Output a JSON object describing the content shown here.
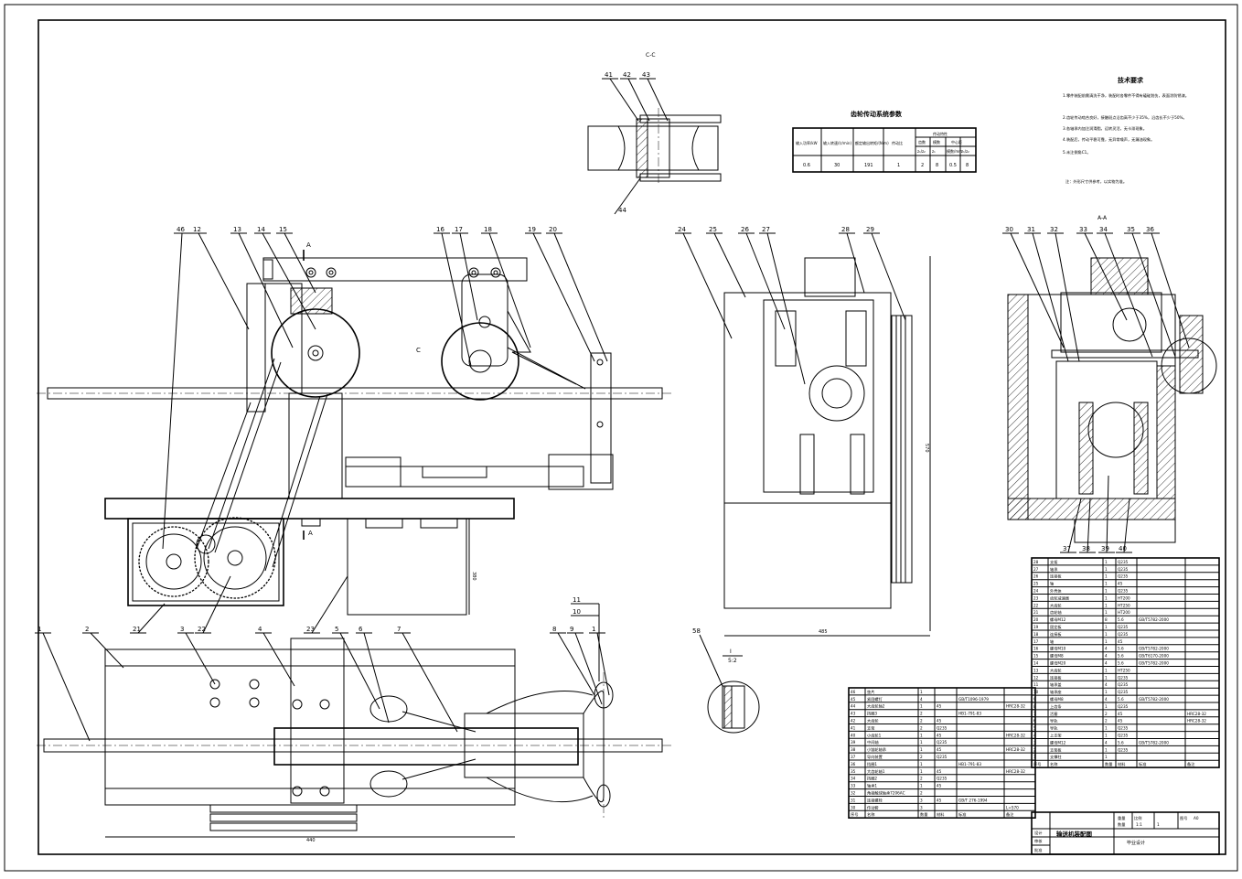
{
  "section_views": {
    "c_label": "C-C",
    "a_label": "A-A",
    "i_label": "I",
    "i_scale": "5:2",
    "arrow_a": "A",
    "arrow_c": "C"
  },
  "callouts": {
    "top_left": [
      "46",
      "12",
      "13",
      "14",
      "15",
      "16",
      "17",
      "18",
      "19",
      "20"
    ],
    "front_mid": [
      "24",
      "25",
      "26",
      "27",
      "28",
      "29"
    ],
    "section_right": [
      "30",
      "31",
      "32",
      "33",
      "34",
      "35",
      "36"
    ],
    "section_right_bottom": [
      "37",
      "38",
      "39",
      "40"
    ],
    "cc_top": [
      "41",
      "42",
      "43"
    ],
    "cc_bottom": "44",
    "plan_top": [
      "1",
      "2",
      "3",
      "4",
      "5",
      "6",
      "7",
      "8",
      "9",
      "1"
    ],
    "plan_stack": [
      "11",
      "10"
    ],
    "gearbox": [
      "21",
      "22",
      "23"
    ],
    "detail": "58"
  },
  "dimensions": {
    "plan_width": "440",
    "vertical_mid": "380",
    "side_height": "570",
    "side_width": "485"
  },
  "param_table": {
    "title": "齿轮传动系统参数",
    "headers": [
      "输入功率/kW",
      "输入转速/(r/min)",
      "额定输出转矩/(N·m)",
      "传动比",
      "传动特性"
    ],
    "sub_headers": [
      "齿数",
      "模数",
      "中心距"
    ],
    "sub2": [
      "z₁/z₂",
      "z₁",
      "模数/mm",
      "z₁/z₂",
      "中心距"
    ],
    "row": [
      "0.6",
      "30",
      "191",
      "1",
      "2",
      "8",
      "0.5",
      "8"
    ]
  },
  "notes": {
    "title": "技术要求",
    "lines": [
      "1.零件装配前需清洗干净，装配时各零件不得有磕碰划伤，表面涂防锈漆。",
      "2.齿轮传动啮合良好，接触斑点沿齿高不少于35%，沿齿长不少于50%。",
      "3.各轴承内加注润滑脂，运转灵活，无卡滞现象。",
      "4.装配后，传动平稳可靠，无异常噪声，无漏油现象。",
      "5.未注倒角C1。"
    ],
    "footer": "注：外形尺寸供参考，以实物为准。"
  },
  "bom_left": {
    "rows": [
      [
        "46",
        "垫片",
        "1",
        "",
        "",
        ""
      ],
      [
        "45",
        "紧固螺钉",
        "4",
        "",
        "GB/T1096-1979",
        ""
      ],
      [
        "44",
        "大齿轮轴2",
        "1",
        "45",
        "",
        "HRC28-32"
      ],
      [
        "43",
        "挡圈3",
        "2",
        "",
        "HB1-791-83",
        ""
      ],
      [
        "42",
        "大齿轮",
        "2",
        "45",
        "",
        ""
      ],
      [
        "41",
        "支架",
        "2",
        "Q235",
        "",
        ""
      ],
      [
        "40",
        "小齿轮1",
        "1",
        "45",
        "",
        "HRC28-32"
      ],
      [
        "39",
        "中间轴",
        "1",
        "Q235",
        "",
        ""
      ],
      [
        "38",
        "小链轮轴承",
        "1",
        "45",
        "",
        "HRC28-32"
      ],
      [
        "37",
        "导向装置",
        "2",
        "Q235",
        "",
        ""
      ],
      [
        "36",
        "挡圈1",
        "1",
        "",
        "HB1-791-83",
        ""
      ],
      [
        "35",
        "大齿轮轴1",
        "1",
        "45",
        "",
        "HRC28-32"
      ],
      [
        "34",
        "挡圈2",
        "2",
        "Q235",
        "",
        ""
      ],
      [
        "33",
        "轴承1",
        "1",
        "45",
        "",
        ""
      ],
      [
        "32",
        "角接触球轴承7206AC",
        "2",
        "",
        "",
        ""
      ],
      [
        "31",
        "连接螺栓",
        "3",
        "45",
        "GB/T 276-1994",
        ""
      ],
      [
        "30",
        "传动套",
        "3",
        "",
        "",
        "L=570"
      ]
    ],
    "header": [
      "序号",
      "名称",
      "数量",
      "材料",
      "标准",
      "备注"
    ]
  },
  "bom_right": {
    "rows": [
      [
        "28",
        "支架",
        "1",
        "Q235",
        "",
        ""
      ],
      [
        "27",
        "轴承",
        "1",
        "Q235",
        "",
        ""
      ],
      [
        "26",
        "连接板",
        "1",
        "Q235",
        "",
        ""
      ],
      [
        "25",
        "轴",
        "1",
        "45",
        "",
        ""
      ],
      [
        "24",
        "外壳体",
        "1",
        "Q235",
        "",
        ""
      ],
      [
        "23",
        "齿轮减速器",
        "1",
        "HT200",
        "",
        ""
      ],
      [
        "22",
        "大齿轮",
        "1",
        "HT250",
        "",
        ""
      ],
      [
        "21",
        "齿轮轴",
        "1",
        "HT200",
        "",
        ""
      ],
      [
        "20",
        "螺母M12",
        "8",
        "5.6",
        "GB/T5782-2000",
        ""
      ],
      [
        "19",
        "固定板",
        "1",
        "Q235",
        "",
        ""
      ],
      [
        "18",
        "连接板",
        "1",
        "Q235",
        "",
        ""
      ],
      [
        "17",
        "轴",
        "1",
        "45",
        "",
        ""
      ],
      [
        "16",
        "螺母M10",
        "4",
        "5.6",
        "GB/T5782-2000",
        ""
      ],
      [
        "15",
        "螺母M8",
        "4",
        "5.6",
        "GB/T6170-2000",
        ""
      ],
      [
        "14",
        "螺母M20",
        "4",
        "5.6",
        "GB/T5782-2000",
        ""
      ],
      [
        "13",
        "大齿轮",
        "1",
        "HT250",
        "",
        ""
      ],
      [
        "12",
        "连接板",
        "1",
        "Q235",
        "",
        ""
      ],
      [
        "11",
        "轴承盖",
        "4",
        "Q235",
        "",
        ""
      ],
      [
        "10",
        "轴承座",
        "1",
        "Q235",
        "",
        ""
      ],
      [
        "9",
        "螺母M8",
        "4",
        "5.6",
        "GB/T5782-2000",
        ""
      ],
      [
        "8",
        "上齿条",
        "1",
        "Q235",
        "",
        ""
      ],
      [
        "7",
        "活塞",
        "2",
        "45",
        "",
        "HRC28-32"
      ],
      [
        "6",
        "导轨",
        "2",
        "45",
        "",
        "HRC28-32"
      ],
      [
        "5",
        "导轨",
        "1",
        "Q235",
        "",
        ""
      ],
      [
        "4",
        "上支架",
        "1",
        "Q235",
        "",
        ""
      ],
      [
        "3",
        "螺母M12",
        "4",
        "5.6",
        "GB/T5782-2000",
        ""
      ],
      [
        "2",
        "支架板",
        "1",
        "Q235",
        "",
        ""
      ],
      [
        "1",
        "支撑柱",
        "1",
        "",
        "",
        ""
      ]
    ],
    "header": [
      "序号",
      "名称",
      "数量",
      "材料",
      "标准",
      "备注"
    ]
  },
  "title_block": {
    "name": "输送机装配图",
    "scale_label": "比例",
    "scale": "1:1",
    "sheet_label": "图号",
    "sheet": "A0",
    "count_label": "数量",
    "count": "1",
    "weight_label": "重量",
    "drawn": "设计",
    "checked": "审核",
    "approved": "批准",
    "school": "毕业设计"
  }
}
